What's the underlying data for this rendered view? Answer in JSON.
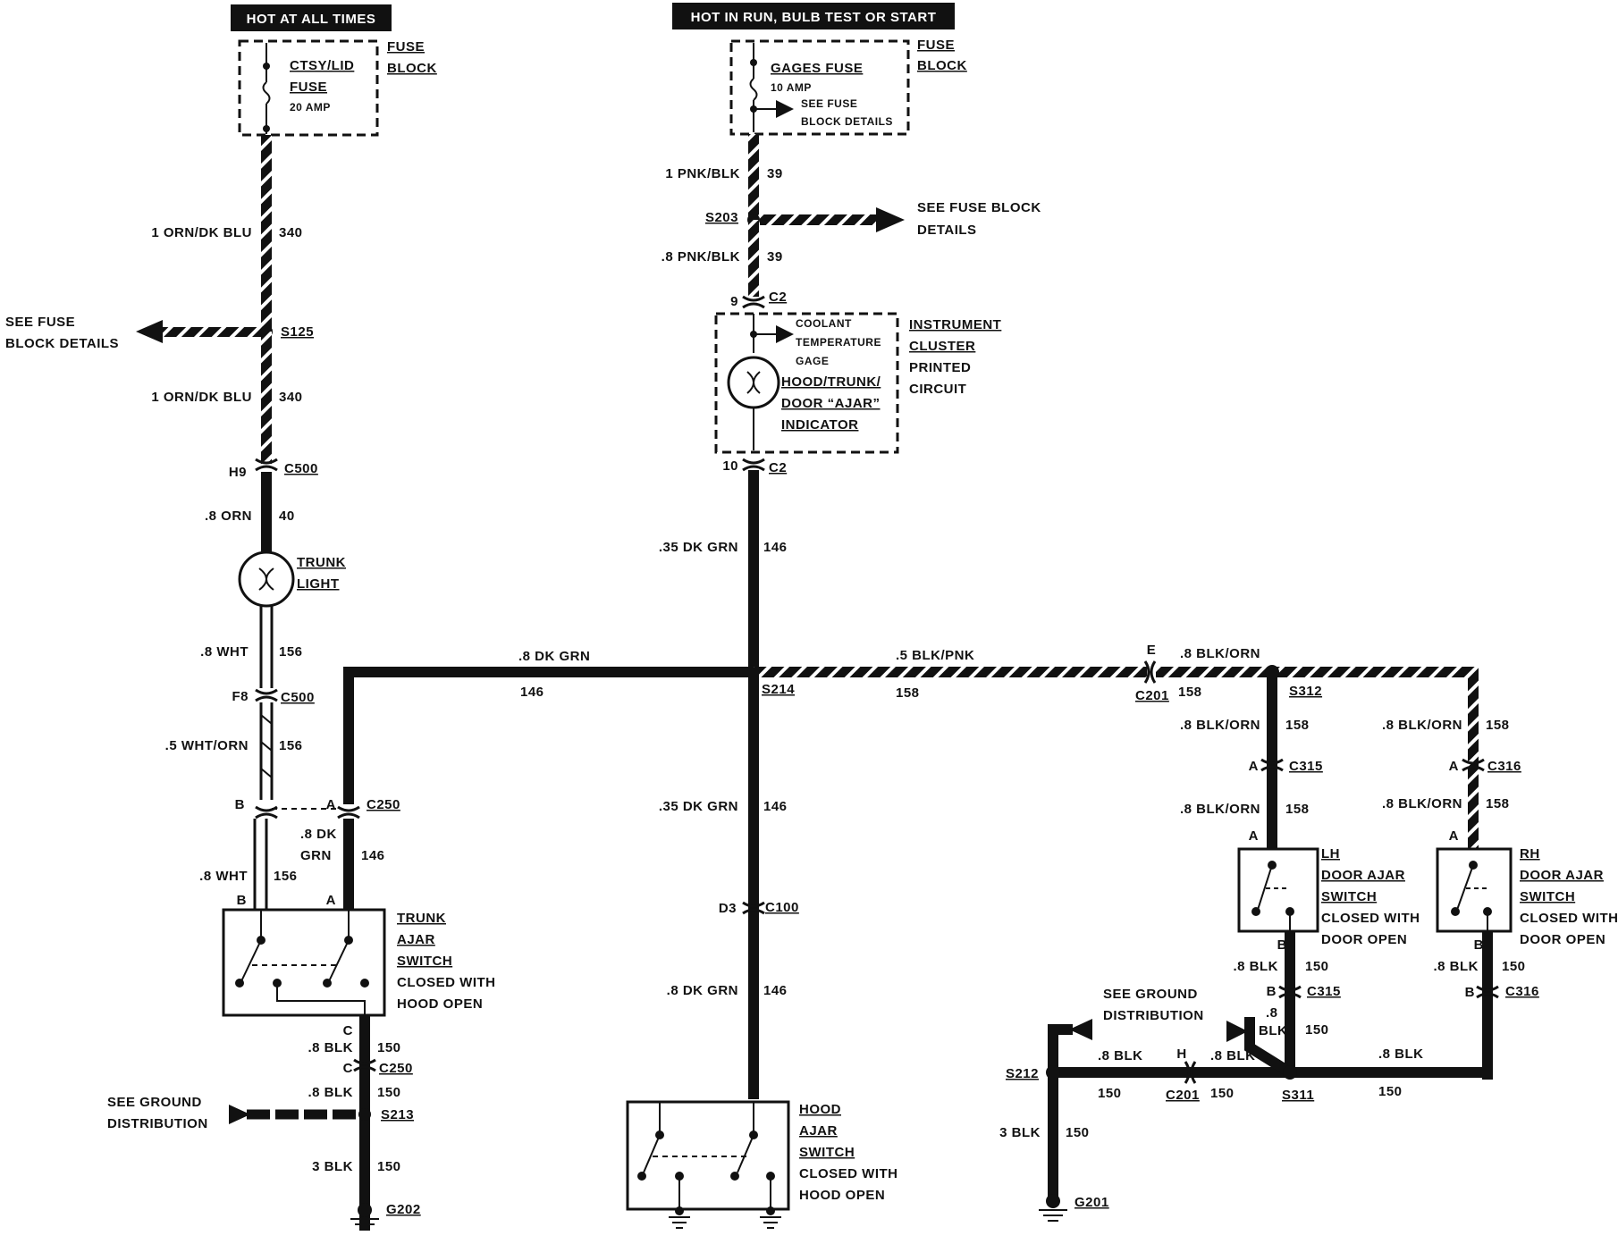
{
  "circuit_a": {
    "banner": "HOT AT ALL TIMES",
    "fuse_block_label": [
      "FUSE",
      "BLOCK"
    ],
    "fuse_name": [
      "CTSY/LID",
      "FUSE"
    ],
    "fuse_rating": "20 AMP",
    "wire_upper": {
      "gauge": "1 ORN/DK BLU",
      "circuit": "340"
    },
    "splice": "S125",
    "see_fuse": [
      "SEE FUSE",
      "BLOCK DETAILS"
    ],
    "wire_mid": {
      "gauge": "1 ORN/DK BLU",
      "circuit": "340"
    },
    "connector": {
      "pin": "H9",
      "name": "C500"
    },
    "wire_orn": {
      "gauge": ".8 ORN",
      "circuit": "40"
    },
    "lamp": [
      "TRUNK",
      "LIGHT"
    ],
    "wire_wht": {
      "gauge": ".8 WHT",
      "circuit": "156"
    },
    "connector2": {
      "pin": "F8",
      "name": "C500"
    },
    "wire_whtorn": {
      "gauge": ".5 WHT/ORN",
      "circuit": "156"
    }
  },
  "circuit_b": {
    "banner": "HOT IN RUN, BULB TEST OR START",
    "fuse_block_label": [
      "FUSE",
      "BLOCK"
    ],
    "fuse_name": "GAGES FUSE",
    "fuse_rating": "10 AMP",
    "see_fuse_small": [
      "SEE FUSE",
      "BLOCK DETAILS"
    ],
    "wire_upper": {
      "gauge": "1 PNK/BLK",
      "circuit": "39"
    },
    "splice": "S203",
    "see_fuse": [
      "SEE FUSE BLOCK",
      "DETAILS"
    ],
    "wire_lower": {
      "gauge": ".8 PNK/BLK",
      "circuit": "39"
    },
    "cluster_top": {
      "pin": "9",
      "name": "C2"
    },
    "coolant": [
      "COOLANT",
      "TEMPERATURE",
      "GAGE"
    ],
    "indicator": [
      "HOOD/TRUNK/",
      "DOOR “AJAR”",
      "INDICATOR"
    ],
    "cluster_label": [
      "INSTRUMENT",
      "CLUSTER",
      "PRINTED",
      "CIRCUIT"
    ],
    "cluster_bottom": {
      "pin": "10",
      "name": "C2"
    },
    "wire_dkgrn": {
      "gauge": ".35 DK GRN",
      "circuit": "146"
    }
  },
  "junction": {
    "left_wire": {
      "gauge": ".8 DK GRN",
      "circuit": "146"
    },
    "splice": "S214",
    "right_wire": {
      "gauge": ".5 BLK/PNK",
      "circuit": "158"
    },
    "c201": {
      "pin": "E",
      "name": "C201",
      "circuit": "158"
    },
    "blkorn_top": ".8 BLK/ORN",
    "splice_s312": "S312"
  },
  "trunk_switch": {
    "c250_pins": {
      "b": "B",
      "a": "A",
      "name": "C250"
    },
    "wire_dkgrn": {
      "gauge_1": ".8 DK",
      "gauge_2": "GRN",
      "circuit": "146"
    },
    "wire_wht": {
      "gauge": ".8 WHT",
      "circuit": "156"
    },
    "pin_b": "B",
    "pin_a": "A",
    "label": [
      "TRUNK",
      "AJAR",
      "SWITCH",
      "CLOSED WITH",
      "HOOD OPEN"
    ],
    "pin_c": "C",
    "wire_blk": {
      "gauge": ".8 BLK",
      "circuit": "150"
    },
    "c250_lower": {
      "pin": "C",
      "name": "C250"
    },
    "wire_blk2": {
      "gauge": ".8 BLK",
      "circuit": "150"
    },
    "see_ground": [
      "SEE GROUND",
      "DISTRIBUTION"
    ],
    "splice": "S213",
    "wire_3blk": {
      "gauge": "3 BLK",
      "circuit": "150"
    },
    "ground": "G202"
  },
  "hood_switch": {
    "wire_dkgrn": {
      "gauge": ".35 DK GRN",
      "circuit": "146"
    },
    "connector": {
      "pin": "D3",
      "name": "C100"
    },
    "wire_dkgrn2": {
      "gauge": ".8 DK GRN",
      "circuit": "146"
    },
    "label": [
      "HOOD",
      "AJAR",
      "SWITCH",
      "CLOSED WITH",
      "HOOD OPEN"
    ]
  },
  "door_switches": {
    "lh": {
      "wire_a": {
        "gauge": ".8 BLK/ORN",
        "circuit": "158"
      },
      "connector": {
        "pin": "A",
        "name": "C315"
      },
      "wire_b": {
        "gauge": ".8 BLK/ORN",
        "circuit": "158"
      },
      "pin_a": "A",
      "label": [
        "LH",
        "DOOR AJAR",
        "SWITCH",
        "CLOSED WITH",
        "DOOR OPEN"
      ],
      "pin_b": "B",
      "wire_blk": {
        "gauge": ".8 BLK",
        "circuit": "150"
      },
      "connector_b": {
        "pin": "B",
        "name": "C315"
      },
      "wire_blk2": {
        "gauge_1": ".8",
        "gauge_2": "BLK",
        "circuit": "150"
      }
    },
    "rh": {
      "wire_a": {
        "gauge": ".8 BLK/ORN",
        "circuit": "158"
      },
      "connector": {
        "pin": "A",
        "name": "C316"
      },
      "wire_b": {
        "gauge": ".8 BLK/ORN",
        "circuit": "158"
      },
      "pin_a": "A",
      "label": [
        "RH",
        "DOOR AJAR",
        "SWITCH",
        "CLOSED WITH",
        "DOOR OPEN"
      ],
      "pin_b": "B",
      "wire_blk": {
        "gauge": ".8 BLK",
        "circuit": "150"
      },
      "connector_b": {
        "pin": "B",
        "name": "C316"
      }
    },
    "ground_bus": {
      "see_ground": [
        "SEE GROUND",
        "DISTRIBUTION"
      ],
      "splice_s212": "S212",
      "wire_left": {
        "gauge": ".8 BLK",
        "circuit": "150"
      },
      "c201": {
        "pin": "H",
        "name": "C201"
      },
      "wire_mid": {
        "gauge": ".8 BLK",
        "circuit": "150"
      },
      "splice_s311": "S311",
      "wire_right": {
        "gauge": ".8 BLK",
        "circuit": "150"
      },
      "wire_3blk": {
        "gauge": "3 BLK",
        "circuit": "150"
      },
      "ground": "G201"
    }
  }
}
